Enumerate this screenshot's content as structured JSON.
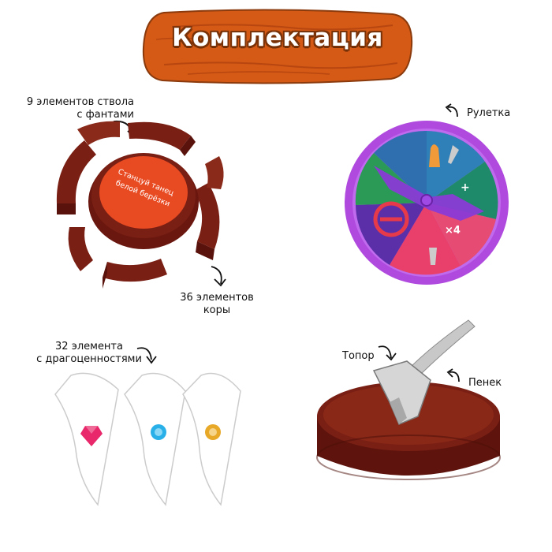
{
  "title": "Комплектация",
  "labels": {
    "trunk_line1": "9 элементов ствола",
    "trunk_line2": "с фантами",
    "bark_line1": "36 элементов",
    "bark_line2": "коры",
    "gems_line1": "32 элемента",
    "gems_line2": "с драгоценностями",
    "roulette": "Рулетка",
    "axe": "Топор",
    "stump": "Пенек"
  },
  "disk_text": {
    "line1": "Станцуй танец",
    "line2": "белой берёзки"
  },
  "colors": {
    "banner": "#d45a15",
    "bark": "#7a1f14",
    "disk": "#e84a22",
    "roulette_rim": "#b04adf",
    "stump": "#6e1a12"
  }
}
